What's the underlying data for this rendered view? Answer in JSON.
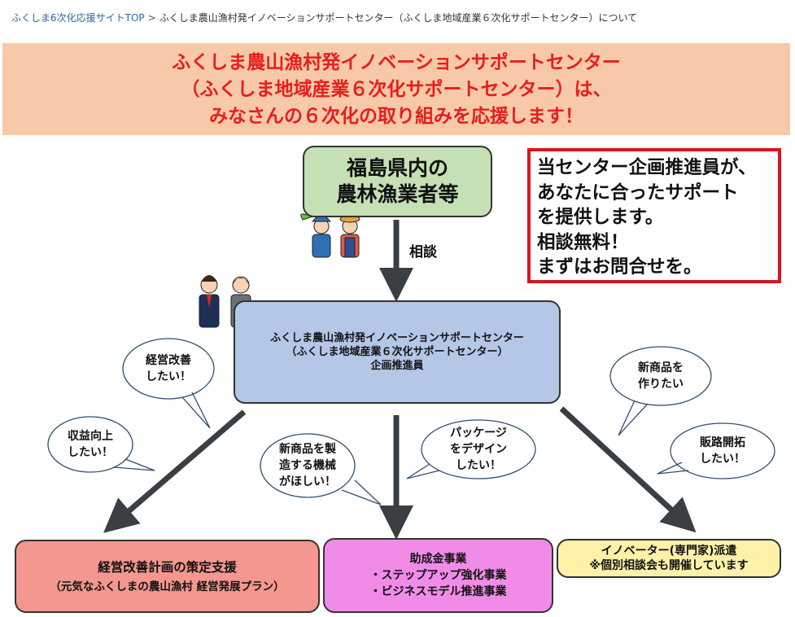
{
  "breadcrumb": {
    "home": "ふくしま6次化応援サイトTOP",
    "separator": ">",
    "current": "ふくしま農山漁村発イノベーションサポートセンター（ふくしま地域産業６次化サポートセンター）について"
  },
  "banner": {
    "line1": "ふくしま農山漁村発イノベーションサポートセンター",
    "line2": "（ふくしま地域産業６次化サポートセンター）は、",
    "line3": "みなさんの６次化の取り組みを応援します！"
  },
  "farmers": {
    "line1": "福島県内の",
    "line2": "農林漁業者等"
  },
  "consult_label": "相談",
  "notice": {
    "line1": "当センター企画推進員が、",
    "line2": "あなたに合ったサポート",
    "line3": "を提供します。",
    "line4": "相談無料！",
    "line5": "まずはお問合せを。"
  },
  "center": {
    "line1": "ふくしま農山漁村発イノベーションサポートセンター",
    "line2": "（ふくしま地域産業６次化サポートセンター）",
    "line3": "企画推進員"
  },
  "bubbles": {
    "management": {
      "line1": "経営改善",
      "line2": "したい！"
    },
    "profit": {
      "line1": "収益向上",
      "line2": "したい！"
    },
    "machine": {
      "line1": "新商品を製",
      "line2": "造する機械",
      "line3": "がほしい！"
    },
    "package": {
      "line1": "パッケージ",
      "line2": "をデザイン",
      "line3": "したい！"
    },
    "newproduct": {
      "line1": "新商品を",
      "line2": "作りたい"
    },
    "sales": {
      "line1": "販路開拓",
      "line2": "したい！"
    }
  },
  "support": {
    "plan": {
      "title": "経営改善計画の策定支援",
      "sub": "（元気なふくしまの農山漁村 経営発展プラン）"
    },
    "subsidy": {
      "title": "助成金事業",
      "item1": "・ステップアップ強化事業",
      "item2": "・ビジネスモデル推進事業"
    },
    "innovator": {
      "title": "イノベーター(専門家)派遣",
      "note": "※個別相談会も開催しています"
    }
  },
  "colors": {
    "banner_bg": "#f8c9a8",
    "banner_text": "#e81d1d",
    "farmers_bg": "#c5e0b4",
    "center_bg": "#b4c7e7",
    "plan_bg": "#f4978e",
    "subsidy_bg": "#f08ce8",
    "innovator_bg": "#fff2a8",
    "notice_border": "#d9141b",
    "arrow": "#3a3f44"
  }
}
